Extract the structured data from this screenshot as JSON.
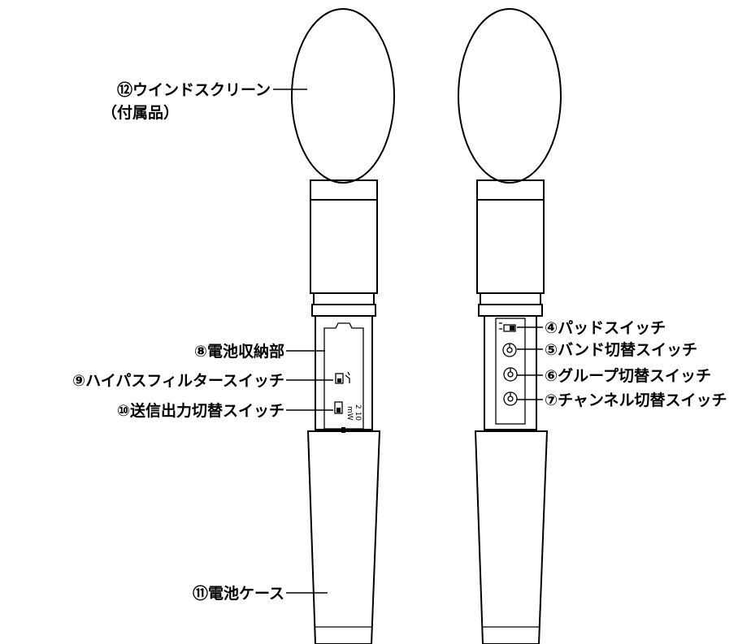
{
  "labels": {
    "windscreen": "⑫ウインドスクリーン",
    "windscreen_note": "（付属品）",
    "battery_compartment": "⑧電池収納部",
    "highpass_switch": "⑨ハイパスフィルタースイッチ",
    "output_switch": "⑩送信出力切替スイッチ",
    "battery_case": "⑪電池ケース",
    "pad_switch": "④パッドスイッチ",
    "band_switch": "⑤バンド切替スイッチ",
    "group_switch": "⑥グループ切替スイッチ",
    "channel_switch": "⑦チャンネル切替スイッチ"
  },
  "markings": {
    "mw": "mW",
    "mw_values": "2  10"
  }
}
